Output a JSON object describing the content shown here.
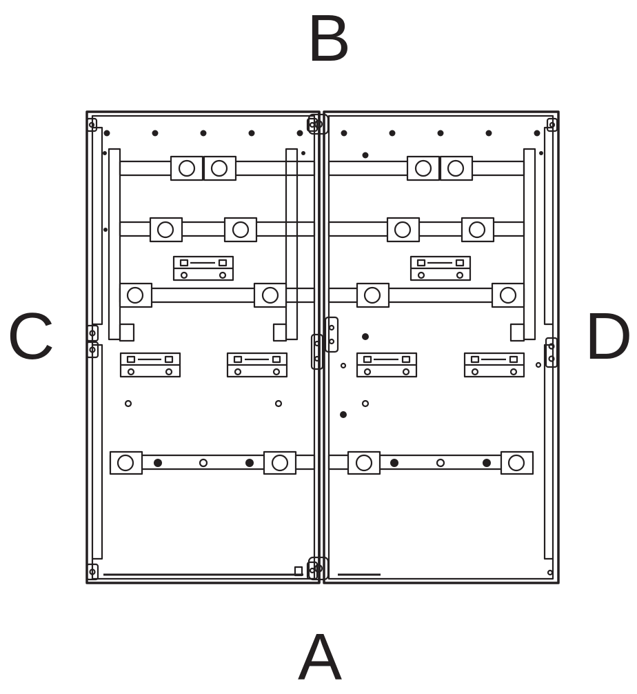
{
  "labels": {
    "top": "B",
    "bottom": "A",
    "left": "C",
    "right": "D"
  },
  "colors": {
    "stroke": "#231f20",
    "background": "#ffffff"
  }
}
